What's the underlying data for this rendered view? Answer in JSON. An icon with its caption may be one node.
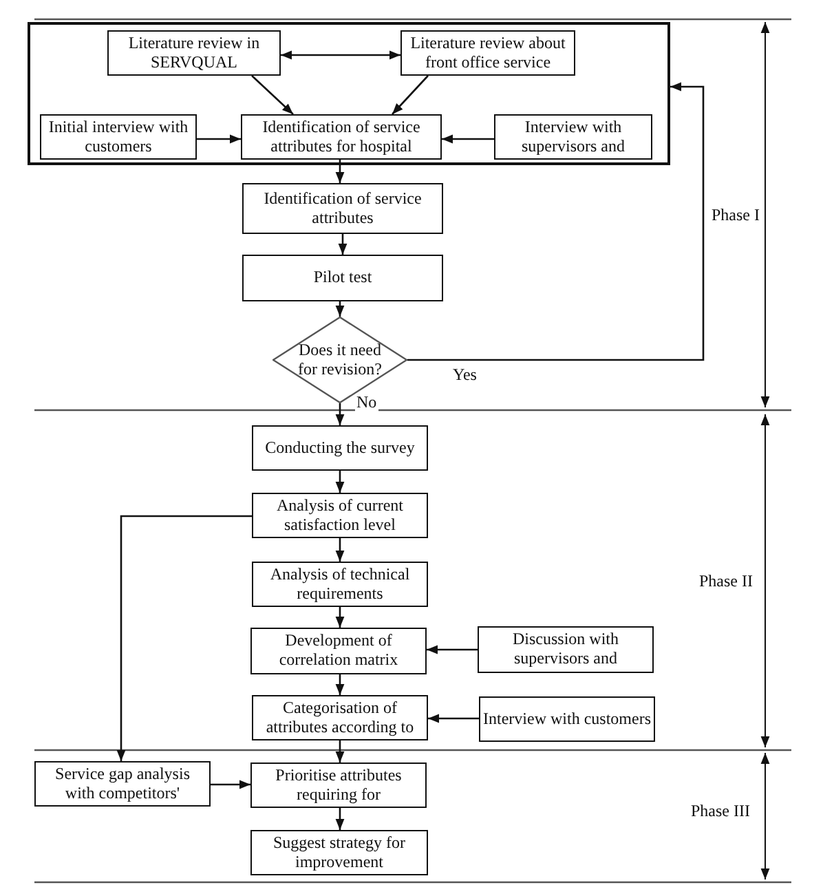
{
  "diagram": {
    "nodes": [
      {
        "text": [],
        "shape": "box"
      },
      {
        "text": [
          "Literature review in SERVQUAL"
        ],
        "in": 0
      },
      {
        "text": [
          "Literature review about front office service"
        ],
        "in": 0
      },
      {
        "text": [
          "Initial interview with customers"
        ],
        "in": 0
      },
      {
        "text": [
          "Identification of service attributes for hospital"
        ],
        "in": 0
      },
      {
        "text": [
          "Interview with supervisors and"
        ],
        "in": 0
      },
      {
        "text": [
          "Identification of service attributes"
        ]
      },
      {
        "text": [
          "Pilot test"
        ]
      },
      {
        "text": [
          "Does it need for revision?"
        ]
      },
      {
        "text": [
          "Conducting the survey"
        ]
      },
      {
        "text": [
          "Analysis of current satisfaction level"
        ]
      },
      {
        "text": [
          "Analysis of technical requirements"
        ]
      },
      {
        "text": [
          "Development of correlation matrix"
        ]
      },
      {
        "text": [
          "Discussion with supervisors and"
        ]
      },
      {
        "text": [
          "Categorisation of attributes according to"
        ]
      },
      {
        "text": [
          "Interview with customers"
        ]
      },
      {
        "text": [
          "Service gap analysis with competitors'"
        ]
      },
      {
        "text": [
          "Prioritise attributes requiring for"
        ]
      },
      {
        "text": [
          "Suggest strategy for improvement"
        ]
      }
    ],
    "edges": [
      {
        "from": 1,
        "to": 2,
        "arrow": "both"
      },
      {
        "from": 1,
        "to": 4,
        "arrow": "to"
      },
      {
        "from": 2,
        "to": 4,
        "arrow": "to"
      },
      {
        "from": 3,
        "to": 4,
        "arrow": "to"
      },
      {
        "from": 5,
        "to": 4,
        "arrow": "to"
      },
      {
        "from": 4,
        "to": 6,
        "arrow": "to"
      },
      {
        "from": 6,
        "to": 7,
        "arrow": "to"
      },
      {
        "from": 7,
        "to": 8,
        "arrow": "to"
      },
      {
        "from": 8,
        "to": 0,
        "arrow": "to",
        "label": "Yes"
      },
      {
        "from": 8,
        "to": 9,
        "arrow": "to",
        "label": "No"
      },
      {
        "from": 9,
        "to": 10,
        "arrow": "to"
      },
      {
        "from": 10,
        "to": 11,
        "arrow": "to"
      },
      {
        "from": 11,
        "to": 12,
        "arrow": "to"
      },
      {
        "from": 13,
        "to": 12,
        "arrow": "to"
      },
      {
        "from": 12,
        "to": 14,
        "arrow": "to"
      },
      {
        "from": 15,
        "to": 14,
        "arrow": "to"
      },
      {
        "from": 14,
        "to": 17,
        "arrow": "to"
      },
      {
        "from": 10,
        "to": 16,
        "arrow": "to"
      },
      {
        "from": 16,
        "to": 17,
        "arrow": "to"
      },
      {
        "from": 17,
        "to": 18,
        "arrow": "to"
      }
    ],
    "labels": [
      "Phase I",
      "Phase II",
      "Phase III"
    ]
  }
}
